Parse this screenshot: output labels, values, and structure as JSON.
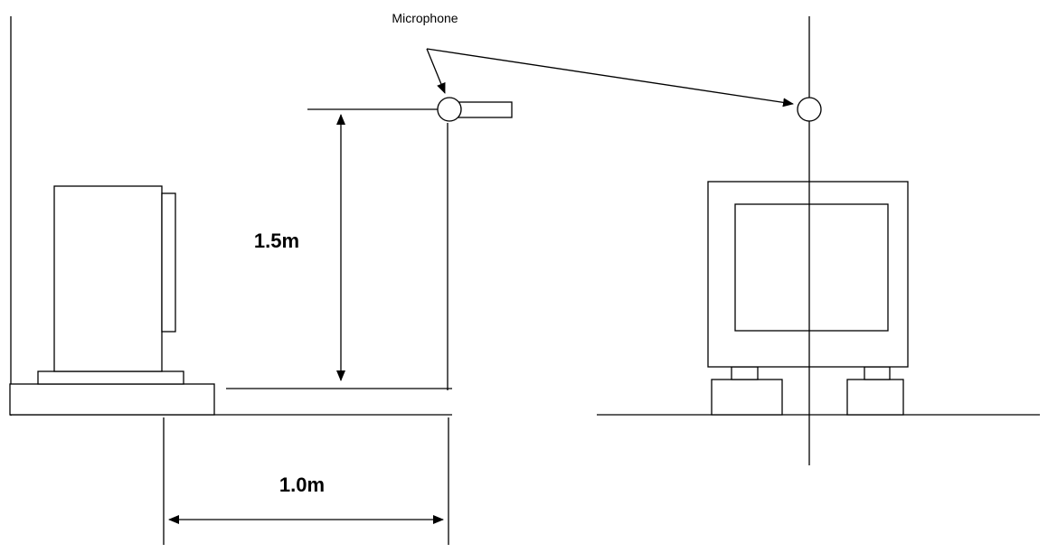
{
  "labels": {
    "microphone": "Microphone",
    "height_dimension": "1.5m",
    "distance_dimension": "1.0m"
  },
  "colors": {
    "stroke": "#000000",
    "background": "#ffffff"
  }
}
